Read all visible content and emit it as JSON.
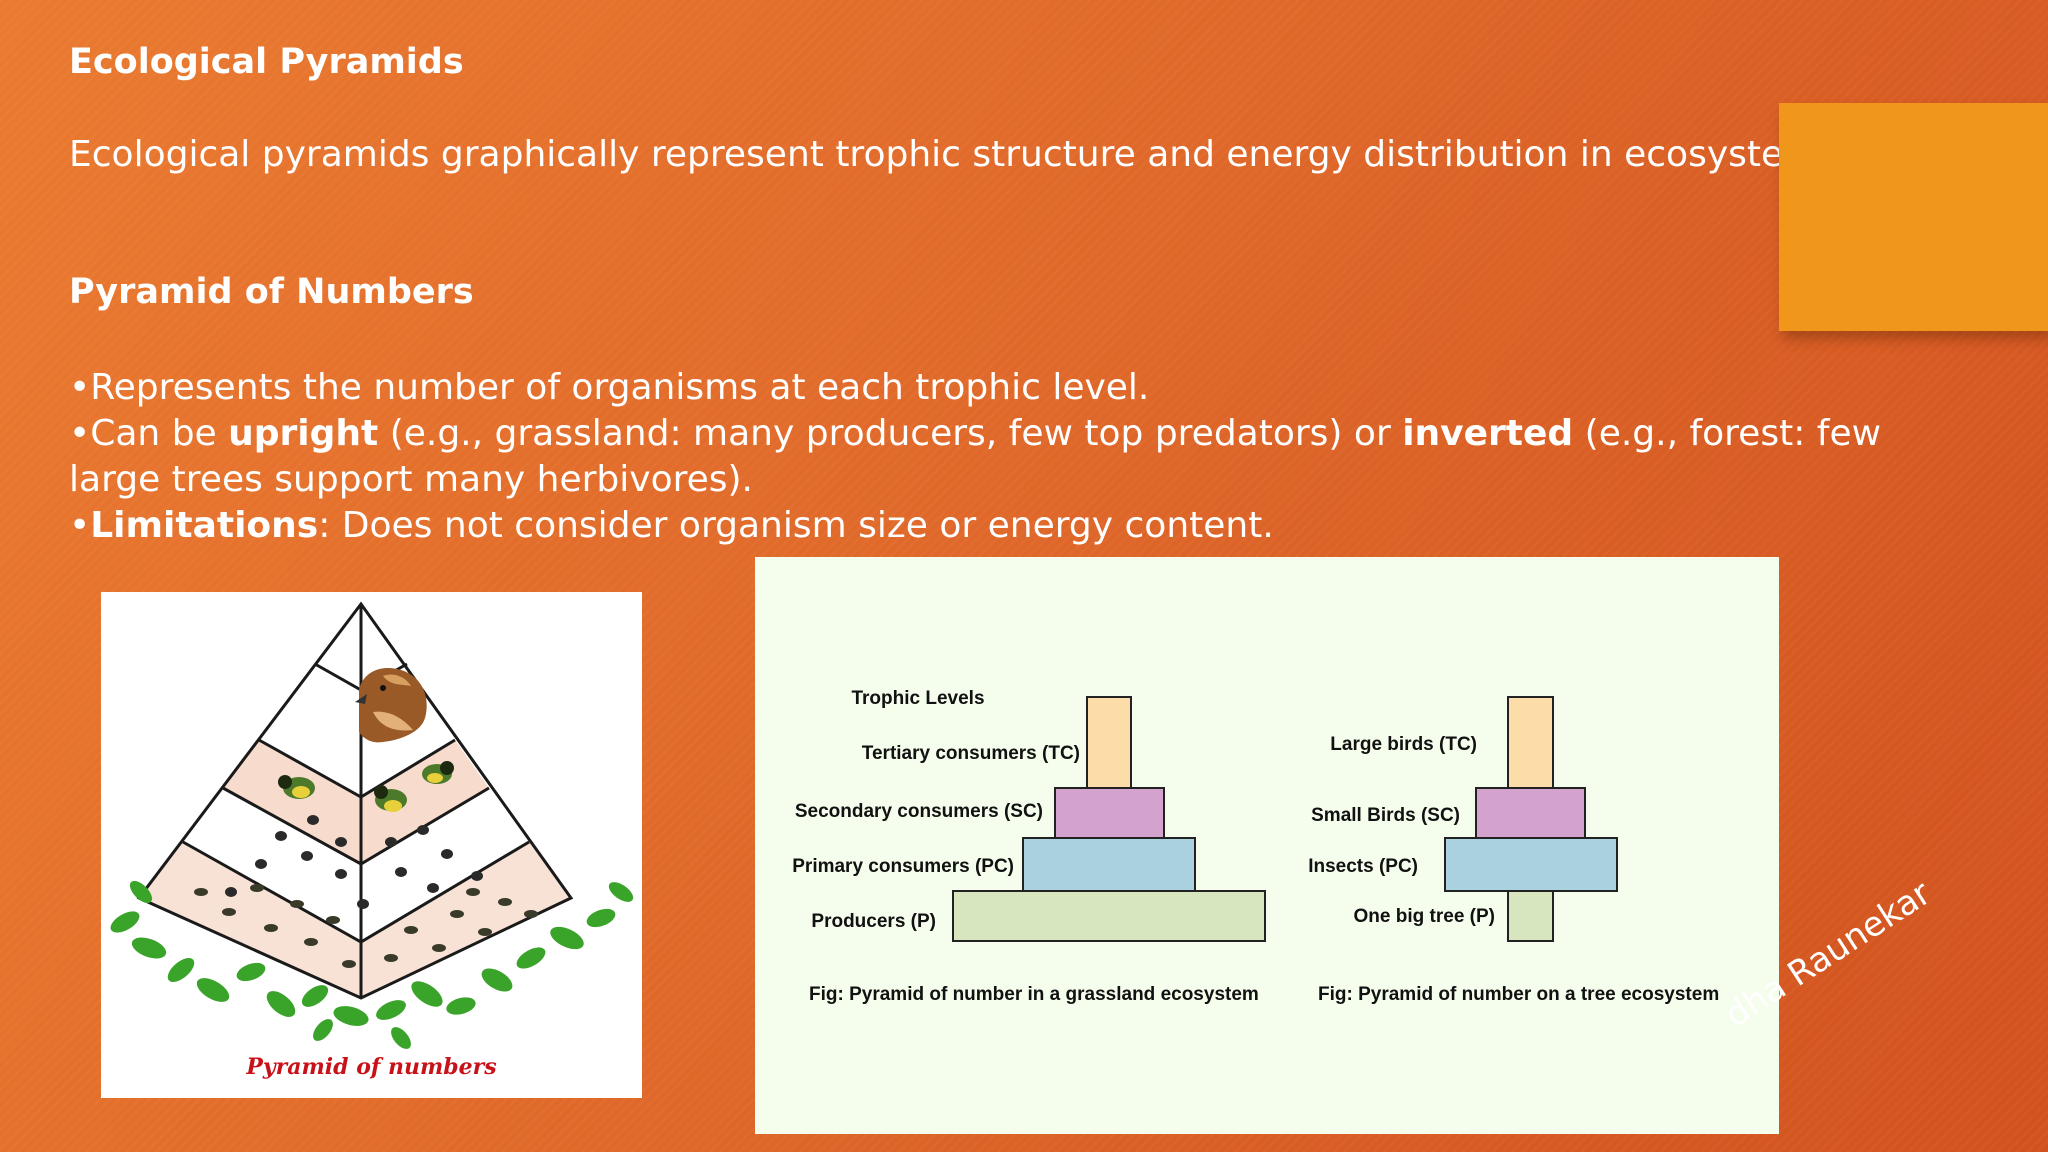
{
  "slide": {
    "title": "Ecological Pyramids",
    "intro": "Ecological pyramids graphically represent trophic structure and energy distribution in ecosystems",
    "section_title": "Pyramid of Numbers",
    "bullets": {
      "b1": "•Represents the number of organisms at each trophic level.",
      "b2_prefix": "•Can be ",
      "b2_bold1": "upright",
      "b2_mid": " (e.g., grassland: many producers, few top predators) or ",
      "b2_bold2": "inverted",
      "b2_suffix": " (e.g., forest: few large trees support many herbivores).",
      "b3_prefix": "•",
      "b3_bold": "Limitations",
      "b3_suffix": ": Does not consider organism size or energy content."
    },
    "watermark": "dha Raunekar",
    "accent_color": "#f0971b"
  },
  "illustration": {
    "caption": "Pyramid of numbers",
    "icons": [
      "hawk-icon",
      "small-bird-icon",
      "insect-icon",
      "leaf-icon"
    ]
  },
  "diagram": {
    "header": "Trophic Levels",
    "grassland": {
      "labels": [
        "Tertiary consumers (TC)",
        "Secondary consumers (SC)",
        "Primary consumers (PC)",
        "Producers (P)"
      ],
      "caption": "Fig: Pyramid of number in a grassland ecosystem"
    },
    "tree": {
      "labels": [
        "Large birds (TC)",
        "Small Birds (SC)",
        "Insects (PC)",
        "One big tree (P)"
      ],
      "caption": "Fig: Pyramid of number on a tree ecosystem"
    },
    "colors": {
      "tertiary": "#fcdca9",
      "secondary": "#d4a3cd",
      "primary": "#a9d2de",
      "producers": "#d8e6bf"
    }
  }
}
